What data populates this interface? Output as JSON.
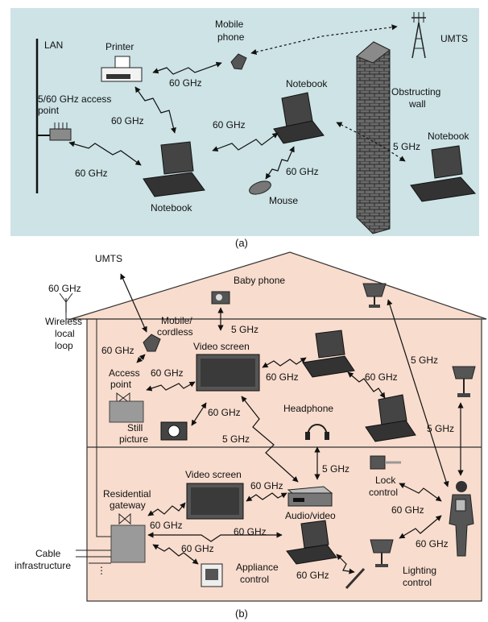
{
  "colors": {
    "background": "#ffffff",
    "panel_a": "#cde3e6",
    "house_fill": "#f8dccd",
    "house_stroke": "#333333",
    "device_dark": "#333333",
    "screen": "#4a4a4a",
    "gray_box": "#9a9a9a",
    "wall": "#6a6a6a"
  },
  "panel_a": {
    "caption": "(a)",
    "labels": {
      "lan": "LAN",
      "printer": "Printer",
      "mobile_phone_1": "Mobile",
      "mobile_phone_2": "phone",
      "umts": "UMTS",
      "access_point_1": "5/60 GHz access",
      "access_point_2": "point",
      "notebook_center": "Notebook",
      "notebook_bottom": "Notebook",
      "notebook_right": "Notebook",
      "obstructing_wall_1": "Obstructing",
      "obstructing_wall_2": "wall",
      "mouse": "Mouse"
    },
    "links": {
      "printer_phone": "60 GHz",
      "printer_notebook": "60 GHz",
      "ap_notebook": "60 GHz",
      "notebook_notebook": "60 GHz",
      "notebook_mouse": "60 GHz",
      "wall_link": "5 GHz"
    }
  },
  "panel_b": {
    "caption": "(b)",
    "labels": {
      "umts": "UMTS",
      "baby_phone": "Baby phone",
      "antenna_freq": "60 GHz",
      "wll_1": "Wireless",
      "wll_2": "local",
      "wll_3": "loop",
      "mobile_cordless_1": "Mobile/",
      "mobile_cordless_2": "cordless",
      "video_screen_top": "Video screen",
      "access_point_1": "Access",
      "access_point_2": "point",
      "still_picture_1": "Still",
      "still_picture_2": "picture",
      "headphone": "Headphone",
      "lock_control_1": "Lock",
      "lock_control_2": "control",
      "video_screen_bottom": "Video screen",
      "residential_gateway_1": "Residential",
      "residential_gateway_2": "gateway",
      "audio_video": "Audio/video",
      "cable_1": "Cable",
      "cable_2": "infrastructure",
      "appliance_1": "Appliance",
      "appliance_2": "control",
      "lighting_1": "Lighting",
      "lighting_2": "control",
      "ellipsis": "⋮"
    },
    "links": {
      "baby_5ghz": "5 GHz",
      "mobile_60": "60 GHz",
      "ap_screen": "60 GHz",
      "screen_notebook": "60 GHz",
      "notebook_notebook": "60 GHz",
      "lamp_5ghz": "5 GHz",
      "lamp_right_5ghz": "5 GHz",
      "camera_60": "60 GHz",
      "screen_av_5": "5 GHz",
      "headphone_5": "5 GHz",
      "screen2_av": "60 GHz",
      "gateway_screen": "60 GHz",
      "gateway_notebook": "60 GHz",
      "gateway_appliance": "60 GHz",
      "lock_person": "60 GHz",
      "lighting_person": "60 GHz",
      "notebook_pen": "60 GHz"
    }
  }
}
